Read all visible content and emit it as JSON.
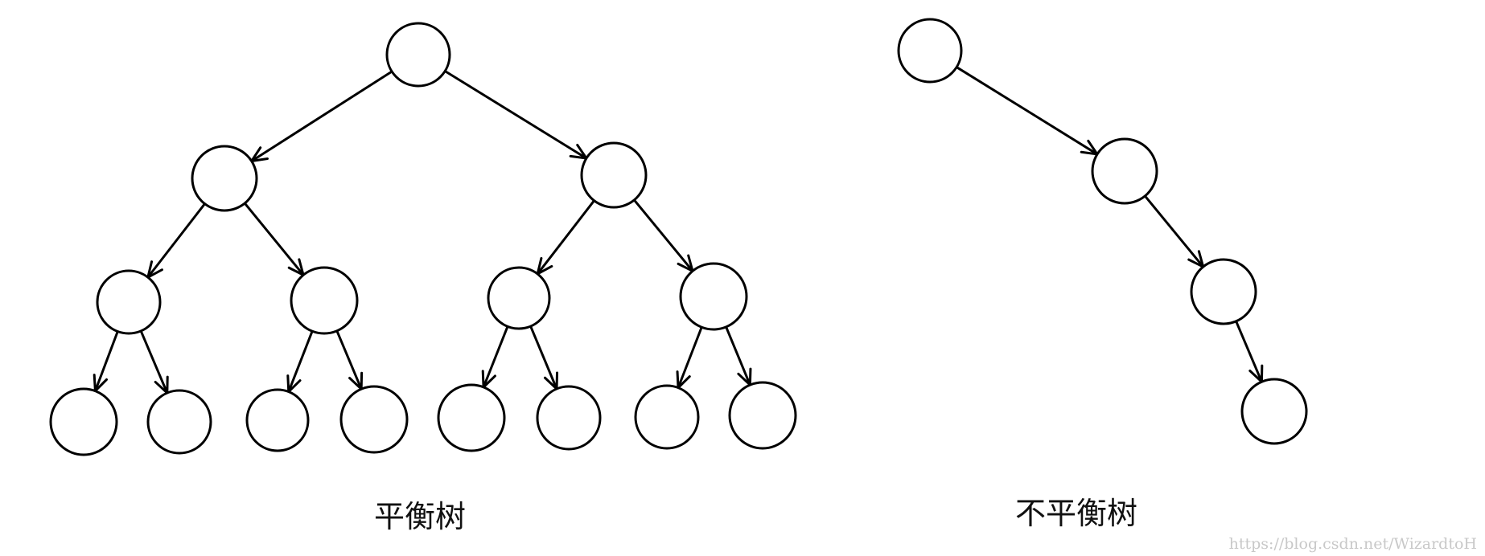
{
  "diagram": {
    "stroke_color": "#000000",
    "node_fill": "#ffffff",
    "caption_color": "#111111",
    "watermark_color": "#c8c8c8"
  },
  "balanced_tree": {
    "caption": "平衡树",
    "nodes": [
      "root",
      "l",
      "r",
      "ll",
      "lr",
      "rl",
      "rr",
      "lll",
      "llr",
      "lrl",
      "lrr",
      "rll",
      "rlr",
      "rrl",
      "rrr"
    ],
    "edges": [
      [
        "root",
        "l"
      ],
      [
        "root",
        "r"
      ],
      [
        "l",
        "ll"
      ],
      [
        "l",
        "lr"
      ],
      [
        "r",
        "rl"
      ],
      [
        "r",
        "rr"
      ],
      [
        "ll",
        "lll"
      ],
      [
        "ll",
        "llr"
      ],
      [
        "lr",
        "lrl"
      ],
      [
        "lr",
        "lrr"
      ],
      [
        "rl",
        "rll"
      ],
      [
        "rl",
        "rlr"
      ],
      [
        "rr",
        "rrl"
      ],
      [
        "rr",
        "rrr"
      ]
    ]
  },
  "unbalanced_tree": {
    "caption": "不平衡树",
    "nodes": [
      "a",
      "b",
      "c",
      "d"
    ],
    "edges": [
      [
        "a",
        "b"
      ],
      [
        "b",
        "c"
      ],
      [
        "c",
        "d"
      ]
    ]
  },
  "watermark": "https://blog.csdn.net/WizardtoH"
}
